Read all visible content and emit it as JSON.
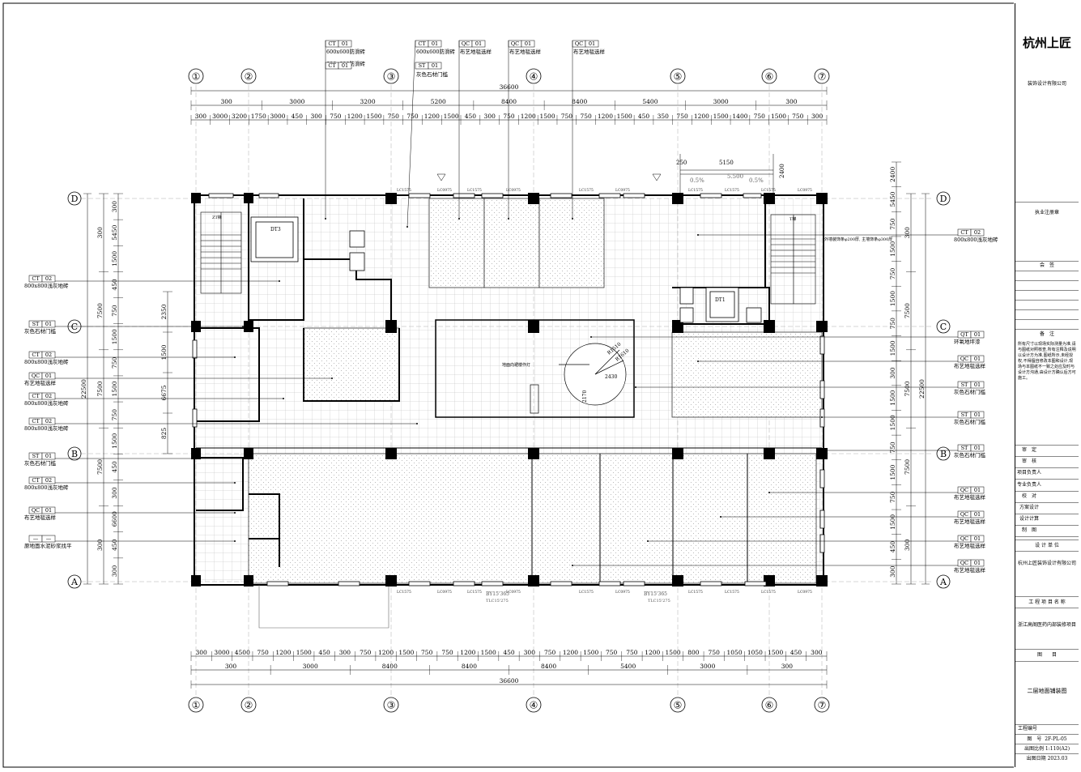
{
  "grid_columns": [
    "①",
    "②",
    "③",
    "④",
    "⑤",
    "⑥",
    "⑦"
  ],
  "grid_rows": [
    "D",
    "C",
    "B",
    "A"
  ],
  "dims_top_overall": "36600",
  "dims_top_row1": [
    "300",
    "3000",
    "3200",
    "5200",
    "8400",
    "8400",
    "5400",
    "3000",
    "300"
  ],
  "dims_top_row2": [
    "300",
    "3000",
    "3200",
    "1750",
    "3000",
    "450",
    "300",
    "750",
    "1200",
    "1500",
    "750",
    "750",
    "1200",
    "1500",
    "450",
    "300",
    "750",
    "1200",
    "1500",
    "750",
    "750",
    "1200",
    "1500",
    "450",
    "350",
    "750",
    "1200",
    "1500",
    "1400",
    "750",
    "1500",
    "750",
    "300"
  ],
  "dims_bottom_row1": [
    "300",
    "3000",
    "4500",
    "750",
    "1200",
    "1500",
    "450",
    "300",
    "750",
    "1200",
    "1500",
    "750",
    "750",
    "1200",
    "1500",
    "450",
    "300",
    "750",
    "1200",
    "1500",
    "750",
    "750",
    "1200",
    "1500",
    "800",
    "750",
    "1050",
    "1050",
    "1500",
    "450",
    "300"
  ],
  "dims_bottom_row2": [
    "300",
    "3000",
    "8400",
    "8400",
    "8400",
    "5400",
    "3000",
    "300"
  ],
  "dims_bottom_overall": "36600",
  "dims_left_overall": "22500",
  "dims_left_row1": [
    "300",
    "7500",
    "7500",
    "7500",
    "300"
  ],
  "dims_left_row2": [
    "300",
    "5450",
    "1500",
    "450",
    "750",
    "1500",
    "750",
    "1500",
    "750",
    "1500",
    "450",
    "300",
    "6600",
    "450",
    "300"
  ],
  "dims_left_inner": [
    "2350",
    "1500",
    "6675",
    "825"
  ],
  "dims_right_overall": "22500",
  "dims_right_row1": [
    "300",
    "7500",
    "7500",
    "7500",
    "300"
  ],
  "dims_right_row2": [
    "2400",
    "5450",
    "750",
    "1500",
    "750",
    "1500",
    "750",
    "1500",
    "300",
    "1500",
    "1500",
    "750",
    "1500",
    "750",
    "1500",
    "450",
    "300"
  ],
  "top_notes": [
    {
      "code": "CT",
      "num": "01",
      "lines": [
        "600x600防滑砖",
        "600x600防滑砖"
      ],
      "code2": "CT",
      "num2": "01"
    },
    {
      "code": "CT",
      "num": "01",
      "lines": [
        "600x600防滑砖"
      ],
      "code2": "ST",
      "num2": "01",
      "line2": "灰色石材门槛"
    },
    {
      "code": "QC",
      "num": "01",
      "lines": [
        "布艺地毯选样"
      ]
    },
    {
      "code": "QC",
      "num": "01",
      "lines": [
        "布艺地毯选样"
      ]
    },
    {
      "code": "QC",
      "num": "01",
      "lines": [
        "布艺地毯选样"
      ]
    }
  ],
  "left_notes": [
    {
      "code": "CT",
      "num": "02",
      "text": "800x800浅灰地砖"
    },
    {
      "code": "ST",
      "num": "01",
      "text": "灰色石材门槛"
    },
    {
      "code": "CT",
      "num": "02",
      "text": "800x800浅灰地砖"
    },
    {
      "code": "QC",
      "num": "01",
      "text": "布艺地毯选样"
    },
    {
      "code": "CT",
      "num": "02",
      "text": "800x800浅灰地砖"
    },
    {
      "code": "CT",
      "num": "02",
      "text": "800x800浅灰地砖"
    },
    {
      "code": "ST",
      "num": "01",
      "text": "灰色石材门槛"
    },
    {
      "code": "CT",
      "num": "02",
      "text": "800x800浅灰地砖"
    },
    {
      "code": "QC",
      "num": "01",
      "text": "布艺地毯选样"
    },
    {
      "code": "—",
      "num": "—",
      "text": "原地面水泥砂浆找平"
    }
  ],
  "right_notes": [
    {
      "code": "CT",
      "num": "02",
      "text": "800x800浅灰地砖"
    },
    {
      "code": "QT",
      "num": "01",
      "text": "环氧地坪漆"
    },
    {
      "code": "QC",
      "num": "01",
      "text": "布艺地毯选样"
    },
    {
      "code": "ST",
      "num": "01",
      "text": "灰色石材门槛"
    },
    {
      "code": "ST",
      "num": "01",
      "text": "灰色石材门槛"
    },
    {
      "code": "ST",
      "num": "01",
      "text": "灰色石材门槛"
    },
    {
      "code": "QC",
      "num": "01",
      "text": "布艺地毯选样"
    },
    {
      "code": "QC",
      "num": "01",
      "text": "布艺地毯选样"
    },
    {
      "code": "QC",
      "num": "01",
      "text": "布艺地毯选样"
    },
    {
      "code": "QC",
      "num": "01",
      "text": "布艺地毯选样"
    }
  ],
  "plan_labels": {
    "stair_left": "ZT梯",
    "stair_right": "T梯",
    "elev_left": "DT3",
    "elev_right": "DT1",
    "atrium_note": "地面向裙楼作灯",
    "r1": "R1510",
    "r2": "R1610",
    "d2430": "2430",
    "d2170": "2170",
    "d5150": "5150",
    "d250": "250",
    "d2400": "2400",
    "slope1": "0.5%",
    "slope2": "0.5%",
    "slope_h": "5.500",
    "facade_note": "外墙装饰条φ200厚, 主墙饰条φ300厚",
    "win_codes": [
      "LC1575",
      "LC0975",
      "LC1575",
      "LC0975",
      "LC1575",
      "LC0975",
      "LC1575",
      "LC1575",
      "LC1575",
      "LC0975"
    ],
    "bay_code1": "BY15'365",
    "bay_code2": "TLC15'275"
  },
  "title_block": {
    "brand": "杭州上匠",
    "brand_sub": "装饰设计有限公司",
    "reg_stamp": "执业注册章",
    "countersign": "会　签",
    "remarks_title": "备　注",
    "remarks": "所有尺寸以现场实际测量为准,请与图纸对照核查,所有注释及说明以设计方为准,图纸所示,未经授权,不得擅自修改本图和设计,现场与本图纸不一致之处应及时与设计方沟通,由设计方确认后方可施工。",
    "rows": [
      "审　定",
      "审　核",
      "项目负责人",
      "专业负责人",
      "校　对",
      "方案设计",
      "设计计算",
      "制　图"
    ],
    "design_unit_title": "设 计 单 位",
    "design_unit": "杭州上匠装饰设计有限公司",
    "project_title": "工 程 项 目 名 称",
    "project": "浙江高阁医药内部装修项目",
    "drawing_title_label": "图　　目",
    "drawing_title": "二层地面铺装图",
    "drawing_no_label": "工程编号",
    "fig_no_label": "图　号",
    "fig_no": "2F-PL-05",
    "scale_label": "出图比例",
    "scale": "1:110(A2)",
    "date_label": "出图日期",
    "date": "2023.03"
  }
}
